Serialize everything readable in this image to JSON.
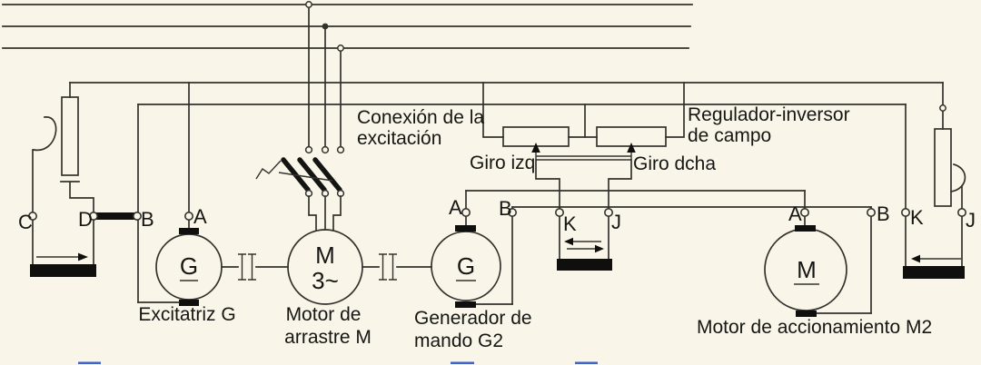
{
  "colors": {
    "background": "#f9f6e9",
    "line": "#33322d",
    "solid_fill": "#0f0f0e",
    "text": "#161614",
    "blue_mark": "#3f63c6"
  },
  "annotations": {
    "excitation_connection_line1": "Conexión de la",
    "excitation_connection_line2": "excitación",
    "field_regulator_line1": "Regulador-inversor",
    "field_regulator_line2": "de campo",
    "giro_izq": "Giro izq",
    "giro_dcha": "Giro dcha"
  },
  "machines": {
    "excitatriz": {
      "symbol": "G",
      "caption": "Excitatriz G",
      "terminal_a": "A"
    },
    "motor_arrastre": {
      "symbol": "M",
      "phase": "3~",
      "caption_line1": "Motor de",
      "caption_line2": "arrastre M"
    },
    "generador_mando": {
      "symbol": "G",
      "caption_line1": "Generador de",
      "caption_line2": "mando G2",
      "terminal_a": "A",
      "terminal_b": "B"
    },
    "motor_accionamiento": {
      "symbol": "M",
      "caption": "Motor de accionamiento M2",
      "terminal_a": "A",
      "terminal_b": "B"
    }
  },
  "terminals": {
    "left_c": "C",
    "left_d": "D",
    "left_b": "B",
    "mid_k": "K",
    "mid_j": "J",
    "right_k": "K",
    "right_j": "J"
  }
}
